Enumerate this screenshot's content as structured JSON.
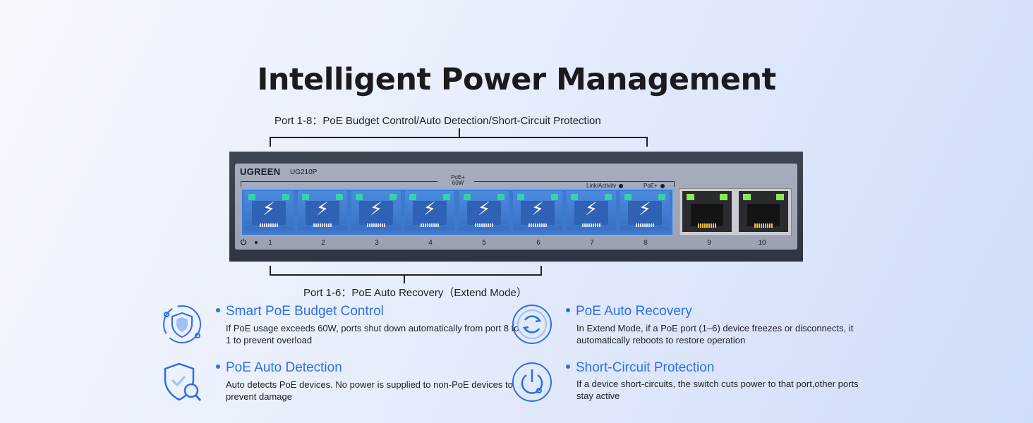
{
  "title": "Intelligent Power Management",
  "top_bracket_label": "Port 1-8：PoE Budget Control/Auto Detection/Short-Circuit Protection",
  "bottom_bracket_label": "Port 1-6：PoE Auto Recovery（Extend Mode）",
  "switch": {
    "brand": "UGREEN",
    "model": "UG210P",
    "poe_tag_line1": "PoE+",
    "poe_tag_line2": "60W",
    "link_activity": "Link/Activity",
    "poe_plus": "PoE+",
    "ports": [
      "1",
      "2",
      "3",
      "4",
      "5",
      "6",
      "7",
      "8",
      "9",
      "10"
    ],
    "colors": {
      "poe_port": "#3d79cf",
      "led_green": "#37d2a7",
      "uplink_led": "#8ee655"
    }
  },
  "features": [
    {
      "icon": "shield-icon",
      "title": "Smart PoE Budget Control",
      "desc": "If PoE usage exceeds 60W, ports shut down automatically from port 8 to 1 to prevent overload"
    },
    {
      "icon": "refresh-icon",
      "title": "PoE Auto Recovery",
      "desc": "In Extend Mode, if a PoE port (1–6) device freezes or disconnects, it automatically reboots to restore operation"
    },
    {
      "icon": "shield-search-icon",
      "title": "PoE Auto Detection",
      "desc": "Auto detects PoE devices. No power is supplied to non-PoE devices to prevent damage"
    },
    {
      "icon": "power-icon",
      "title": "Short-Circuit Protection",
      "desc": "If a device short-circuits, the switch cuts power to that port,other ports stay active"
    }
  ],
  "accent_color": "#2f6fe5"
}
